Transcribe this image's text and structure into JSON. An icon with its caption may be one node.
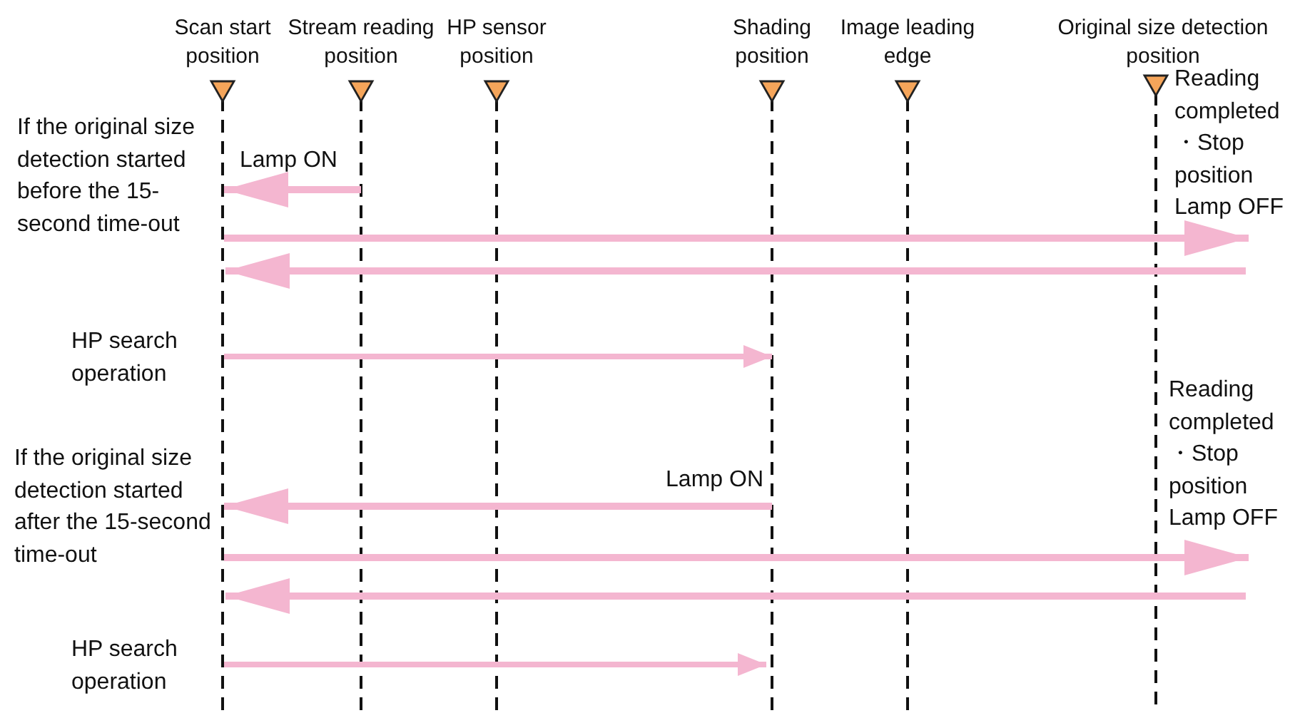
{
  "diagram": {
    "labels": [
      "Scan start position",
      "Stream reading position",
      "HP sensor position",
      "Shading position",
      "Image leading edge",
      "Original size detection position",
      "Reading completed ・Stop position Lamp OFF",
      "If the original size detection started before the 15-second time-out",
      "Lamp ON",
      "HP search operation",
      "Reading completed ・Stop position Lamp OFF",
      "If the original size detection started after the 15-second time-out",
      "Lamp ON",
      "HP search operation"
    ]
  }
}
